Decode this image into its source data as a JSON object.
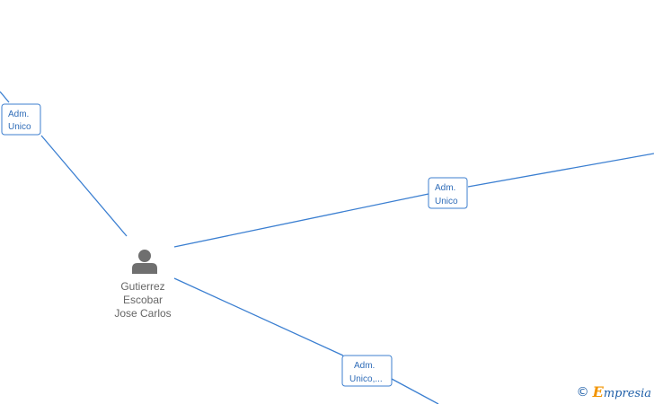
{
  "diagram": {
    "person": {
      "name_lines": [
        "Gutierrez",
        "Escobar",
        "Jose Carlos"
      ],
      "icon": "person-icon"
    },
    "edges": [
      {
        "label_lines": [
          "Adm.",
          "Unico"
        ]
      },
      {
        "label_lines": [
          "Adm.",
          "Unico"
        ]
      },
      {
        "label_lines": [
          "Adm.",
          "Unico,..."
        ]
      }
    ]
  },
  "watermark": {
    "copyright": "©",
    "brand_first": "E",
    "brand_rest": "mpresia"
  },
  "colors": {
    "edge": "#3b7fd1",
    "label_border": "#3d7fcf",
    "node_text": "#666666",
    "brand_orange": "#f29400",
    "brand_blue": "#1f5fa8"
  }
}
